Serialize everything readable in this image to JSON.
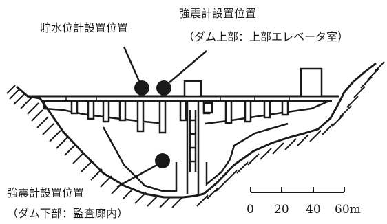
{
  "labels": {
    "top_right_title": "強震計設置位置",
    "top_right_sub": "（ダム上部：上部エレベータ室）",
    "top_left": "貯水位計設置位置",
    "bottom_title": "強震計設置位置",
    "bottom_sub": "（ダム下部：監査廊内）"
  },
  "scale": {
    "ticks": [
      "0",
      "20",
      "40",
      "60m"
    ]
  },
  "colors": {
    "ink": "#1a1a1a",
    "background": "#ffffff"
  }
}
